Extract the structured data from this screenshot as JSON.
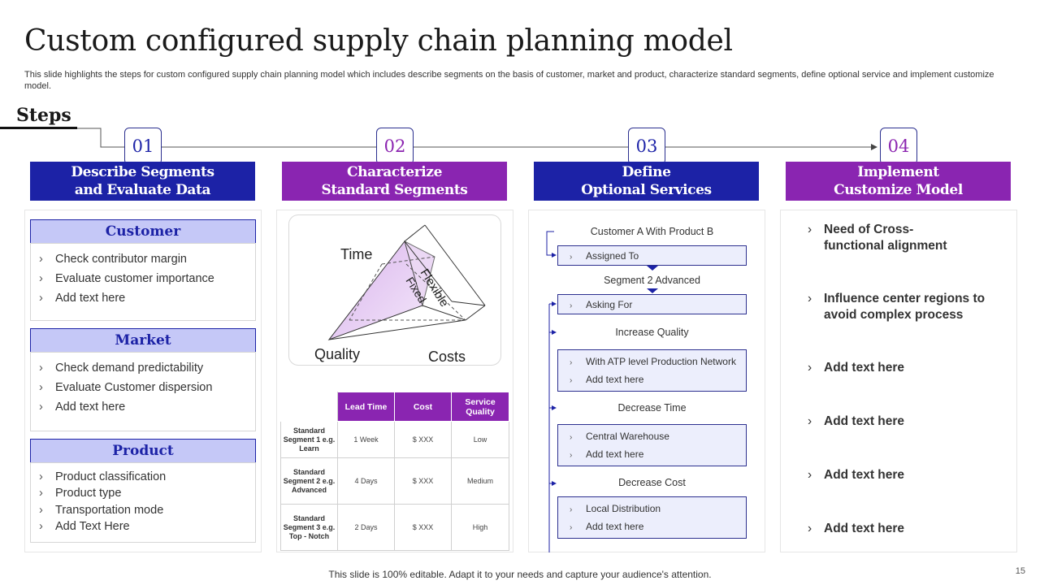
{
  "title": "Custom configured supply chain planning model",
  "subtitle": "This slide highlights the steps for custom configured supply chain planning model which includes describe segments on the basis of customer, market and product, characterize standard segments, define optional service and implement customize model.",
  "steps_label": "Steps",
  "steps": [
    {
      "number": "01",
      "title_line1": "Describe Segments",
      "title_line2": "and Evaluate Data"
    },
    {
      "number": "02",
      "title_line1": "Characterize",
      "title_line2": "Standard Segments"
    },
    {
      "number": "03",
      "title_line1": "Define",
      "title_line2": "Optional Services"
    },
    {
      "number": "04",
      "title_line1": "Implement",
      "title_line2": "Customize Model"
    }
  ],
  "segments": [
    {
      "name": "Customer",
      "items": [
        "Check contributor margin",
        "Evaluate customer importance",
        "Add text here"
      ]
    },
    {
      "name": "Market",
      "items": [
        "Check demand predictability",
        "Evaluate Customer dispersion",
        "Add text here"
      ]
    },
    {
      "name": "Product",
      "items": [
        "Product classification",
        "Product type",
        "Transportation mode",
        "Add Text Here"
      ]
    }
  ],
  "triangle": {
    "time": "Time",
    "quality": "Quality",
    "costs": "Costs",
    "flexible": "Flexible",
    "fixed": "Fixed"
  },
  "table": {
    "headers": [
      "Lead Time",
      "Cost",
      "Service Quality"
    ],
    "rows": [
      {
        "label": "Standard Segment 1 e.g. Learn",
        "lead_time": "1 Week",
        "cost": "$ XXX",
        "quality": "Low"
      },
      {
        "label": "Standard Segment 2 e.g. Advanced",
        "lead_time": "4 Days",
        "cost": "$ XXX",
        "quality": "Medium"
      },
      {
        "label": "Standard Segment 3 e.g. Top - Notch",
        "lead_time": "2 Days",
        "cost": "$ XXX",
        "quality": "High"
      }
    ]
  },
  "flow": {
    "customer_label": "Customer A With Product B",
    "assigned_to": "Assigned To",
    "segment_label": "Segment 2 Advanced",
    "asking_for": "Asking For",
    "increase_quality": "Increase Quality",
    "iq_items": [
      "With ATP level Production Network",
      "Add text here"
    ],
    "decrease_time": "Decrease Time",
    "dt_items": [
      "Central Warehouse",
      "Add text here"
    ],
    "decrease_cost": "Decrease Cost",
    "dc_items": [
      "Local Distribution",
      "Add text here"
    ]
  },
  "implement": {
    "items": [
      "Need of Cross-functional alignment",
      "Influence center regions to avoid complex process",
      "Add text here",
      "Add text here",
      "Add text here",
      "Add text here"
    ]
  },
  "chevron": "›",
  "footer": "This slide is 100% editable. Adapt it to your needs and capture your audience's attention.",
  "page_number": "15",
  "colors": {
    "blue": "#1c22a6",
    "purple": "#8a25b1",
    "light_blue": "#c5c8f7",
    "flow_fill": "#eceefc"
  }
}
